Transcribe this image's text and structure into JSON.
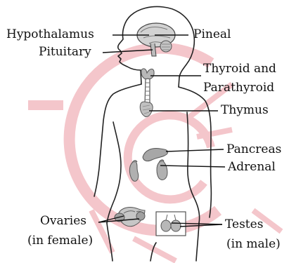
{
  "labels": {
    "hypothalamus": "Hypothalamus",
    "pineal": "Pineal",
    "pituitary": "Pituitary",
    "thyroid_line1": "Thyroid and",
    "thyroid_line2": "Parathyroid",
    "thymus": "Thymus",
    "pancreas": "Pancreas",
    "adrenal": "Adrenal",
    "ovaries_line1": "Ovaries",
    "ovaries_line2": "(in female)",
    "testes_line1": "Testes",
    "testes_line2": "(in male)"
  },
  "colors": {
    "outline": "#222222",
    "leader": "#111111",
    "watermark": "#f4c6cb",
    "organ_fill": "#c8c8c8",
    "organ_dark": "#8a8a8a"
  }
}
